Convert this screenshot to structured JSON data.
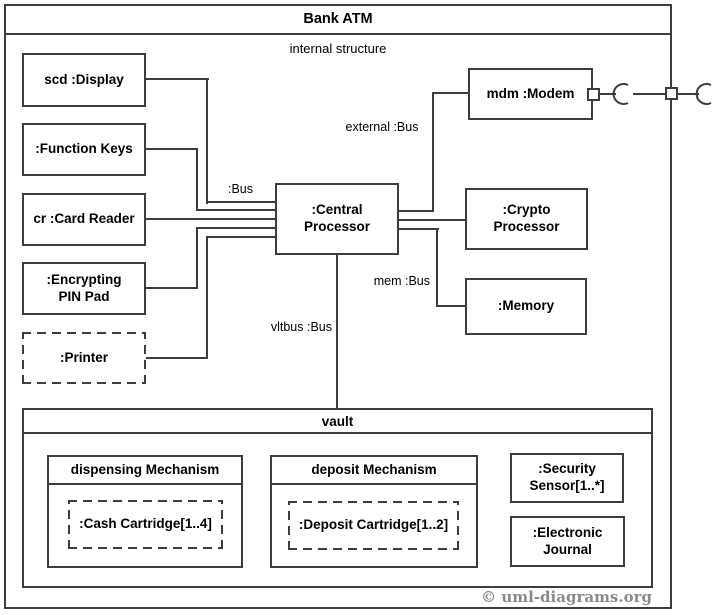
{
  "diagram": {
    "title": "Bank ATM",
    "subtitle": "internal structure",
    "copyright": "© uml-diagrams.org",
    "colors": {
      "line": "#3d3d3d",
      "text": "#000000",
      "copyright_text": "#8a8a8a",
      "background": "#ffffff"
    }
  },
  "components": {
    "display": {
      "label": "scd :Display"
    },
    "function_keys": {
      "label": ":Function Keys"
    },
    "card_reader": {
      "label": "cr :Card Reader"
    },
    "pin_pad": {
      "label": ":Encrypting\nPIN Pad"
    },
    "printer": {
      "label": ":Printer"
    },
    "central_processor": {
      "label": ":Central\nProcessor"
    },
    "modem": {
      "label": "mdm :Modem"
    },
    "crypto_processor": {
      "label": ":Crypto\nProcessor"
    },
    "memory": {
      "label": ":Memory"
    }
  },
  "connector_labels": {
    "bus": ":Bus",
    "external_bus": "external :Bus",
    "mem_bus": "mem :Bus",
    "vault_bus": "vltbus :Bus"
  },
  "vault": {
    "title": "vault",
    "dispensing_mechanism": {
      "title": "dispensing Mechanism",
      "cash_cartridge": ":Cash Cartridge[1..4]"
    },
    "deposit_mechanism": {
      "title": "deposit Mechanism",
      "deposit_cartridge": ":Deposit Cartridge[1..2]"
    },
    "security_sensor": {
      "label": ":Security\nSensor[1..*]"
    },
    "electronic_journal": {
      "label": ":Electronic\nJournal"
    }
  }
}
